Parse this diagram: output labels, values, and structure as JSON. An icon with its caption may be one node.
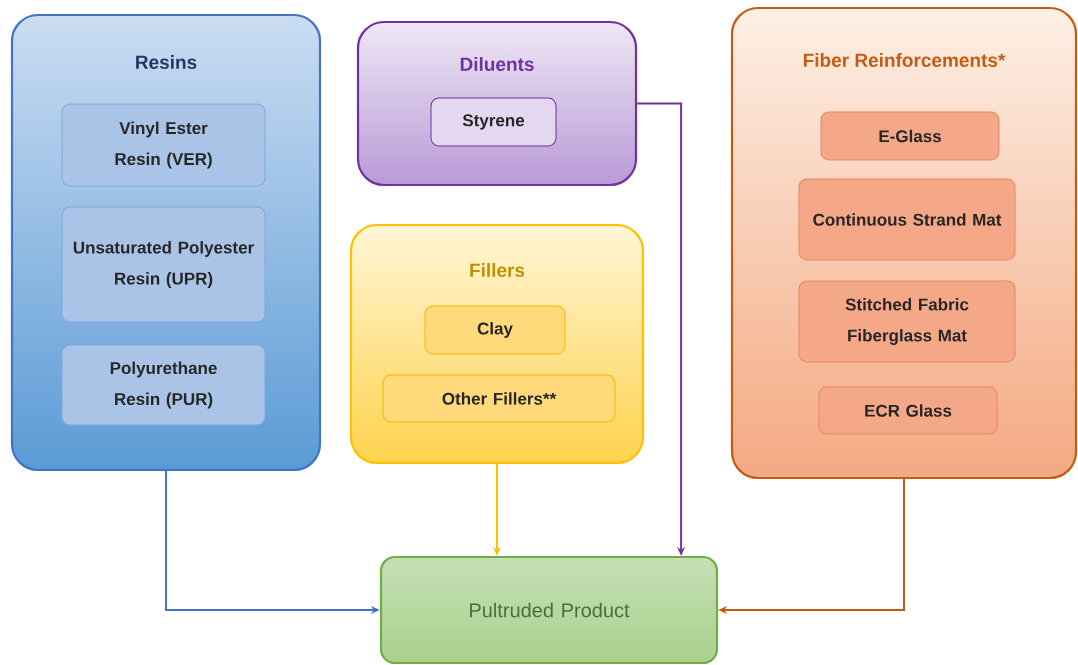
{
  "diagram": {
    "nodes": [
      {
        "text": [
          "Resins"
        ]
      },
      {
        "text": [
          "Vinyl Ester Resin (VER)"
        ],
        "in": 0
      },
      {
        "text": [
          "Unsaturated Polyester Resin (UPR)"
        ],
        "in": 0
      },
      {
        "text": [
          "Polyurethane Resin (PUR)"
        ],
        "in": 0
      },
      {
        "text": [
          "Diluents"
        ]
      },
      {
        "text": [
          "Styrene"
        ],
        "in": 4
      },
      {
        "text": [
          "Fillers"
        ]
      },
      {
        "text": [
          "Clay"
        ],
        "in": 6
      },
      {
        "text": [
          "Other Fillers**"
        ],
        "in": 6
      },
      {
        "text": [
          "Fiber Reinforcements*"
        ]
      },
      {
        "text": [
          "E-Glass"
        ],
        "in": 9
      },
      {
        "text": [
          "Continuous Strand Mat"
        ],
        "in": 9
      },
      {
        "text": [
          "Stitched Fabric Fiberglass Mat"
        ],
        "in": 9
      },
      {
        "text": [
          "ECR Glass"
        ],
        "in": 9
      },
      {
        "text": [
          "Pultruded Product"
        ]
      }
    ],
    "edges": [
      {
        "from": 0,
        "to": 14,
        "arrow": "to",
        "color": "#4472c4"
      },
      {
        "from": 6,
        "to": 14,
        "arrow": "to",
        "color": "#ffc000"
      },
      {
        "from": 4,
        "to": 14,
        "arrow": "to",
        "color": "#7030a0"
      },
      {
        "from": 9,
        "to": 14,
        "arrow": "to",
        "color": "#c55a11"
      }
    ]
  }
}
